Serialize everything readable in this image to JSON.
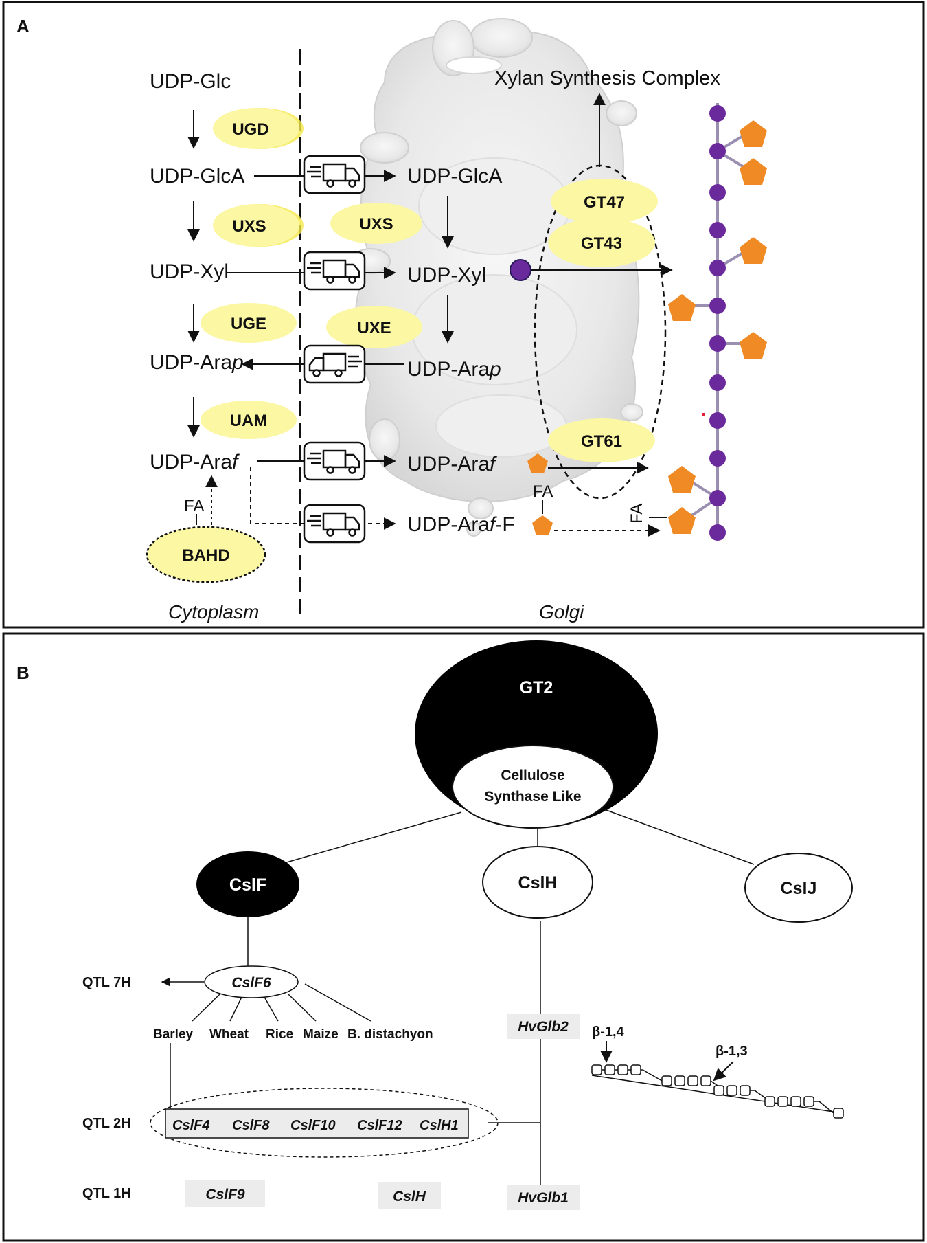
{
  "panel_a": {
    "label": "A",
    "complex_label": "Xylan Synthesis Complex",
    "regions": {
      "cytoplasm": "Cytoplasm",
      "golgi": "Golgi"
    },
    "cytoplasm_substrates": {
      "udp_glc": "UDP-Glc",
      "udp_glca": "UDP-GlcA",
      "udp_xyl": "UDP-Xyl",
      "udp_arap_base": "UDP-Ara",
      "udp_arap_suffix": "p",
      "udp_araf_base": "UDP-Ara",
      "udp_araf_suffix": "f"
    },
    "golgi_substrates": {
      "udp_glca": "UDP-GlcA",
      "udp_xyl": "UDP-Xyl",
      "udp_arap_base": "UDP-Ara",
      "udp_arap_suffix": "p",
      "udp_araf_base": "UDP-Ara",
      "udp_araf_suffix": "f",
      "udp_araf_f_base": "UDP-Ara",
      "udp_araf_f_italic": "f",
      "udp_araf_f_end": "-F"
    },
    "enzymes": {
      "ugd": "UGD",
      "uxs_cyto": "UXS",
      "uxs_golgi": "UXS",
      "uge": "UGE",
      "uxe": "UXE",
      "uam": "UAM",
      "bahd": "BAHD",
      "gt47": "GT47",
      "gt43": "GT43",
      "gt61": "GT61"
    },
    "fa_labels": {
      "bahd": "FA",
      "golgi": "FA",
      "chain": "FA"
    },
    "colors": {
      "enzyme_fill": "#fbf7a3",
      "xylose": "#6a2a9c",
      "arabinose": "#f08a24",
      "golgi": "#e6e6e6"
    }
  },
  "panel_b": {
    "label": "B",
    "gt2": "GT2",
    "csl_line1": "Cellulose",
    "csl_line2": "Synthase Like",
    "cslf": "CslF",
    "cslh": "CslH",
    "cslj": "CslJ",
    "cslf6": "CslF6",
    "qtl_7h": "QTL 7H",
    "qtl_2h": "QTL 2H",
    "qtl_1h": "QTL 1H",
    "species": [
      "Barley",
      "Wheat",
      "Rice",
      "Maize",
      "B. distachyon"
    ],
    "qtl2h_genes": [
      "CslF4",
      "CslF8",
      "CslF10",
      "CslF12",
      "CslH1"
    ],
    "hvglb2": "HvGlb2",
    "hvglb1": "HvGlb1",
    "cslf9": "CslF9",
    "cslh_box": "CslH",
    "beta14": "β-1,4",
    "beta13": "β-1,3"
  }
}
